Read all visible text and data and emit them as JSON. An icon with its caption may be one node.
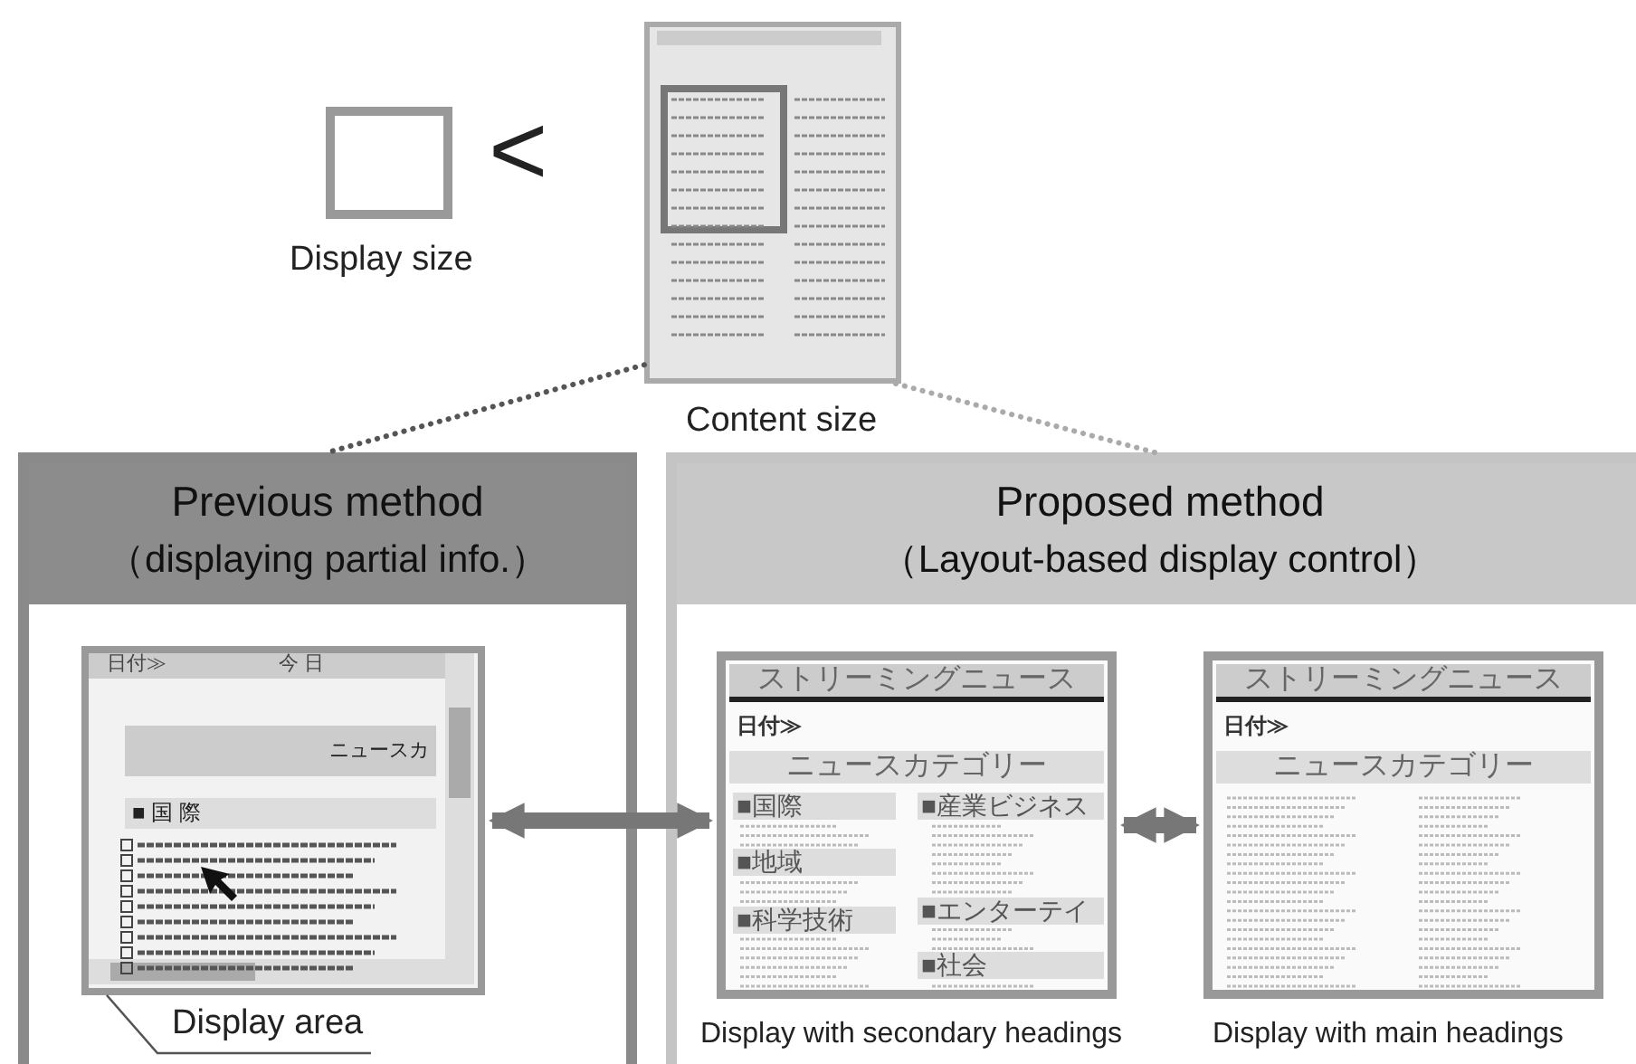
{
  "diagram": {
    "nodes": [
      {
        "text": [],
        "shape": "box",
        "beside": [
          "Display size"
        ]
      },
      {
        "text": [],
        "shape": "picture",
        "beside": [
          "Content size"
        ]
      },
      {
        "text": [
          "Previous method",
          "（displaying partial info.）"
        ]
      },
      {
        "text": [
          "日付≫",
          "今 日",
          "ニュースカ",
          "■ 国 際"
        ],
        "in": 2
      },
      {
        "text": [
          "Display area"
        ],
        "in": 2
      },
      {
        "text": [
          "Proposed method",
          "（Layout-based display control）"
        ]
      },
      {
        "text": [
          "ストリーミングニュース",
          "日付≫",
          "ニュースカテゴリー",
          "■国際",
          "■産業ビジネス",
          "■地域",
          "■科学技術",
          "■エンターテイ",
          "■社会"
        ],
        "in": 5,
        "beside": [
          "Display with secondary headings"
        ]
      },
      {
        "text": [
          "ストリーミングニュース",
          "日付≫",
          "ニュースカテゴリー"
        ],
        "in": 5,
        "beside": [
          "Display with main headings"
        ]
      }
    ],
    "edges": [
      {
        "from": 1,
        "to": 2,
        "arrow": "none",
        "style": "dashed"
      },
      {
        "from": 1,
        "to": 5,
        "arrow": "none",
        "style": "dashed",
        "color": "#aaaaaa"
      },
      {
        "from": 4,
        "to": 3,
        "arrow": "none"
      },
      {
        "from": 3,
        "to": 6,
        "arrow": "both",
        "style": "thick"
      },
      {
        "from": 6,
        "to": 7,
        "arrow": "both",
        "style": "thick"
      }
    ],
    "labels": [
      "<"
    ]
  }
}
